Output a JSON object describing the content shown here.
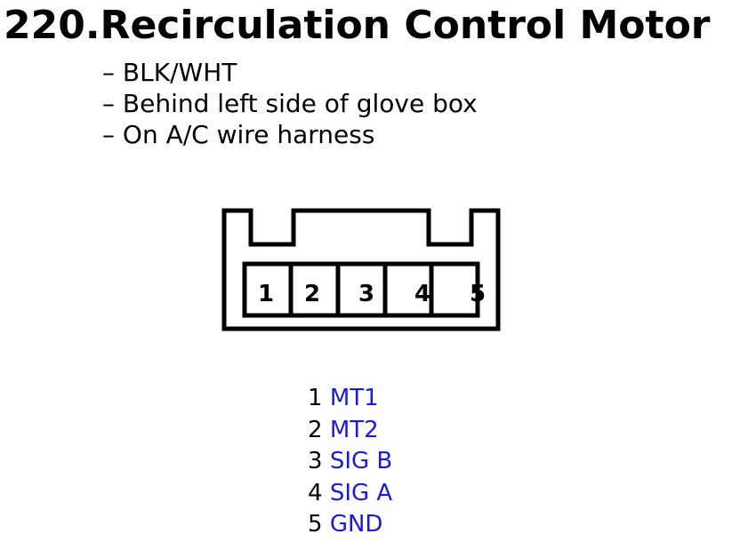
{
  "title": "220.Recirculation Control Motor",
  "notes": [
    "– BLK/WHT",
    "– Behind left side of glove box",
    "– On A/C wire harness"
  ],
  "connector": {
    "pins": [
      "1",
      "2",
      "3",
      "4",
      "5"
    ]
  },
  "pinout": [
    {
      "pin": "1",
      "signal": "MT1"
    },
    {
      "pin": "2",
      "signal": "MT2"
    },
    {
      "pin": "3",
      "signal": "SIG B"
    },
    {
      "pin": "4",
      "signal": "SIG A"
    },
    {
      "pin": "5",
      "signal": "GND"
    }
  ],
  "colors": {
    "signal": "#1a1adc",
    "line": "#000000"
  }
}
